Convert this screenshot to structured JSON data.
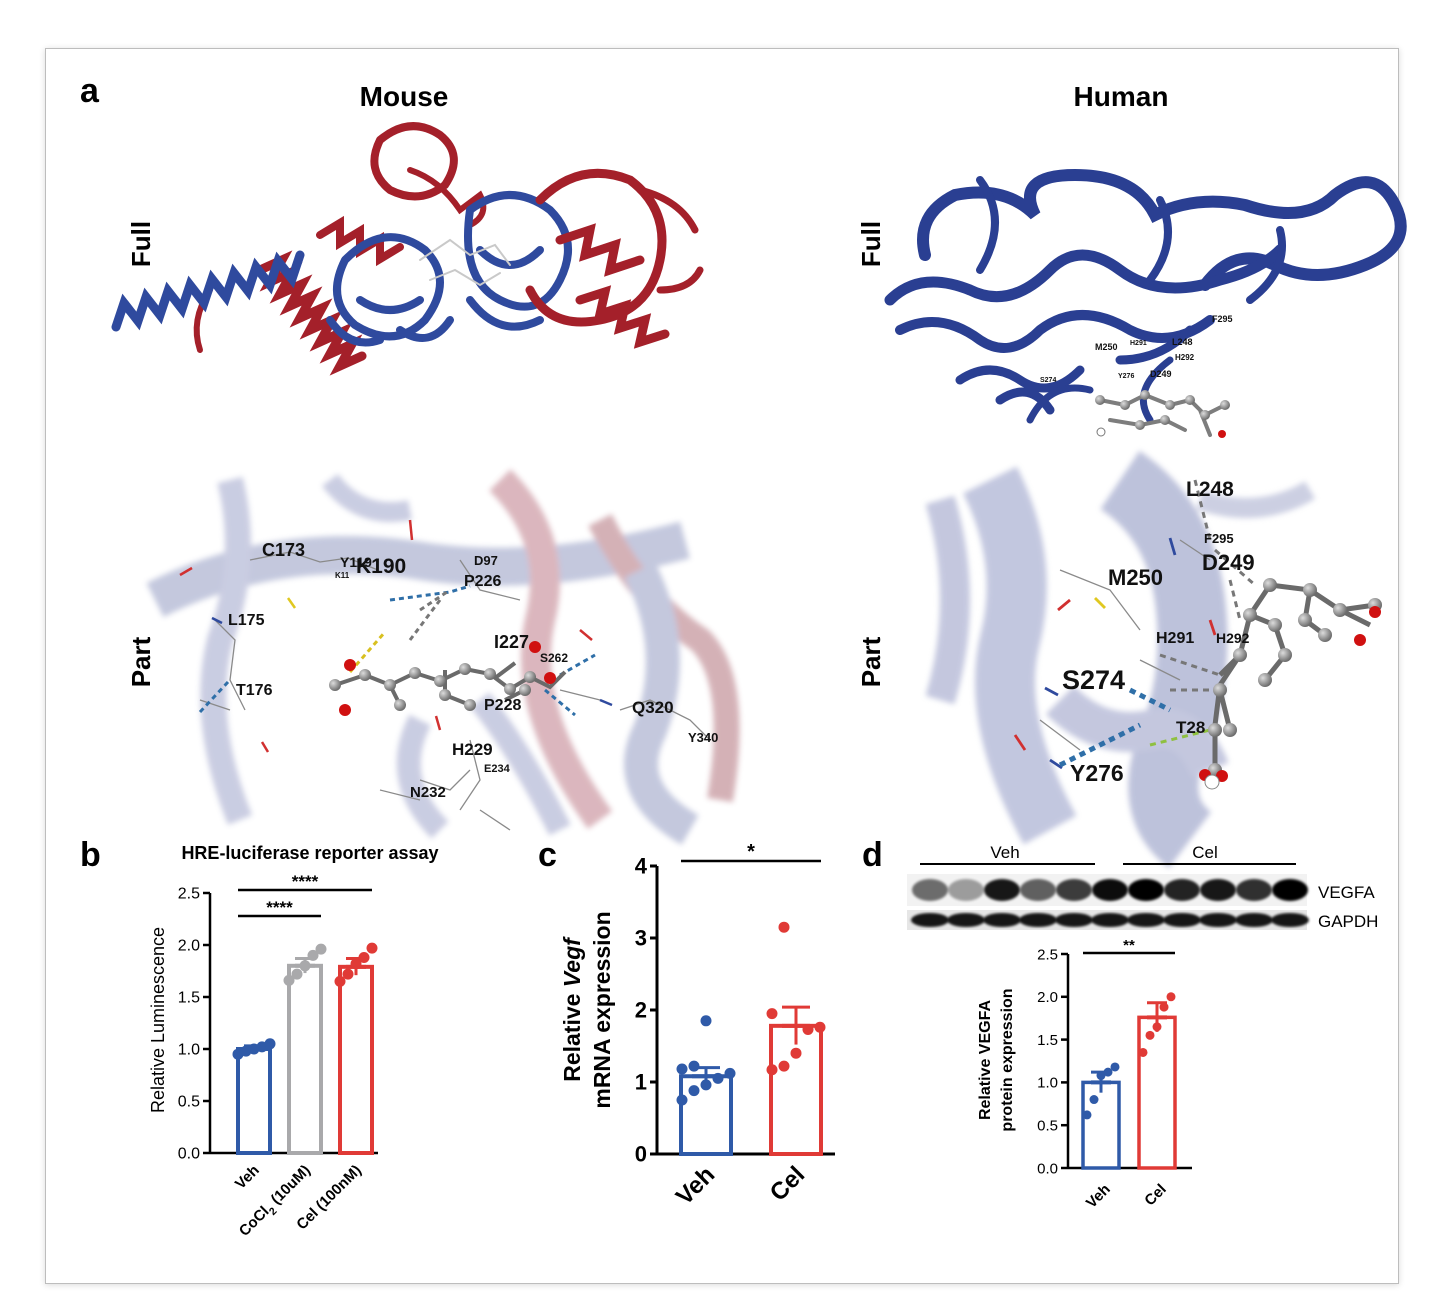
{
  "panel_letters": {
    "a": "a",
    "b": "b",
    "c": "c",
    "d": "d"
  },
  "panel_a": {
    "col_titles": [
      "Mouse",
      "Human"
    ],
    "row_labels": [
      "Full",
      "Part",
      "Full",
      "Part"
    ],
    "mouse_part_residues": [
      "C173",
      "Y119",
      "K190",
      "K11",
      "D97",
      "P226",
      "L175",
      "I227",
      "S262",
      "T176",
      "P228",
      "Q320",
      "Y340",
      "H229",
      "E234",
      "N232"
    ],
    "human_full_residues": [
      "F295",
      "L248",
      "M250",
      "H291",
      "H292",
      "D249",
      "S274",
      "Y276"
    ],
    "human_part_residues": [
      "L248",
      "F295",
      "D249",
      "M250",
      "H291",
      "H292",
      "S274",
      "T28",
      "Y276"
    ]
  },
  "chart_data": [
    {
      "panel": "b",
      "type": "bar",
      "title": "HRE-luciferase reporter assay",
      "ylabel": "Relative Luminescence",
      "ylim": [
        0,
        2.5
      ],
      "yticks": [
        "0.0",
        "0.5",
        "1.0",
        "1.5",
        "2.0",
        "2.5"
      ],
      "categories": [
        "Veh",
        "CoCl2 (10uM)",
        "Cel (100nM)"
      ],
      "values": [
        1.0,
        1.8,
        1.79
      ],
      "errors": [
        0.03,
        0.07,
        0.08
      ],
      "colors": [
        "#2f5aa8",
        "#a9a9ab",
        "#e03a36"
      ],
      "points": [
        [
          0.95,
          0.98,
          1.0,
          1.02,
          1.05
        ],
        [
          1.66,
          1.72,
          1.8,
          1.9,
          1.96
        ],
        [
          1.65,
          1.72,
          1.82,
          1.88,
          1.97
        ]
      ],
      "significance": [
        {
          "from": 0,
          "to": 1,
          "label": "****"
        },
        {
          "from": 0,
          "to": 2,
          "label": "****"
        }
      ]
    },
    {
      "panel": "c",
      "type": "bar",
      "ylabel": [
        "Relative ",
        "Vegf",
        "mRNA expression"
      ],
      "ylim": [
        0,
        4
      ],
      "yticks": [
        "0",
        "1",
        "2",
        "3",
        "4"
      ],
      "categories": [
        "Veh",
        "Cel"
      ],
      "values": [
        1.08,
        1.78
      ],
      "errors": [
        0.12,
        0.26
      ],
      "colors": [
        "#2f5aa8",
        "#e03a36"
      ],
      "points": [
        [
          0.75,
          0.88,
          0.96,
          1.05,
          1.12,
          1.18,
          1.22,
          1.85
        ],
        [
          1.17,
          1.22,
          1.4,
          1.73,
          1.76,
          1.95,
          3.15
        ]
      ],
      "significance": [
        {
          "from": 0,
          "to": 1,
          "label": "*"
        }
      ]
    },
    {
      "panel": "d",
      "type": "bar",
      "ylabel": [
        "Relative VEGFA",
        "protein expression"
      ],
      "ylim": [
        0,
        2.5
      ],
      "yticks": [
        "0.0",
        "0.5",
        "1.0",
        "1.5",
        "2.0",
        "2.5"
      ],
      "categories": [
        "Veh",
        "Cel"
      ],
      "values": [
        1.0,
        1.76
      ],
      "errors": [
        0.12,
        0.17
      ],
      "colors": [
        "#2f5aa8",
        "#e03a36"
      ],
      "points": [
        [
          0.62,
          0.8,
          1.08,
          1.12,
          1.18
        ],
        [
          1.35,
          1.55,
          1.65,
          1.88,
          2.0
        ]
      ],
      "significance": [
        {
          "from": 0,
          "to": 1,
          "label": "**"
        }
      ]
    }
  ],
  "blot": {
    "group_labels": [
      "Veh",
      "Cel"
    ],
    "band_labels": [
      "VEGFA",
      "GAPDH"
    ],
    "vegfa_intensity": [
      0.55,
      0.35,
      0.9,
      0.6,
      0.75,
      0.95,
      1.0,
      0.85,
      0.9,
      0.8,
      1.0
    ],
    "gapdh_intensity": [
      1.0,
      1.0,
      1.0,
      1.0,
      1.0,
      1.0,
      1.0,
      1.0,
      1.0,
      1.0,
      1.0
    ]
  },
  "colors": {
    "blue": "#2f5aa8",
    "red": "#a4202a",
    "grey": "#a9a9ab",
    "bright_red": "#e03a36"
  }
}
